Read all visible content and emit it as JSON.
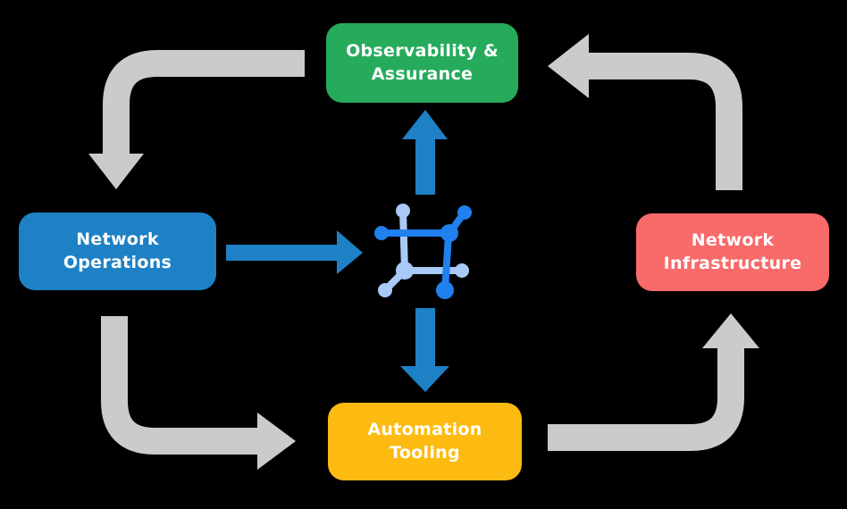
{
  "diagram": {
    "background_color": "#000000",
    "nodes": [
      {
        "id": "observability-assurance",
        "label": "Observability & Assurance",
        "color": "#26AB5C",
        "position": "top"
      },
      {
        "id": "network-operations",
        "label": "Network Operations",
        "color": "#1E81C5",
        "position": "left"
      },
      {
        "id": "network-infrastructure",
        "label": "Network Infrastructure",
        "color": "#F96A6A",
        "position": "right"
      },
      {
        "id": "automation-tooling",
        "label": "Automation Tooling",
        "color": "#FDBB12",
        "position": "bottom"
      }
    ],
    "center_icon": {
      "name": "network-automation-icon",
      "dark_blue": "#1F80EE",
      "light_blue": "#A9C9F7"
    },
    "connections": {
      "cycle_arrow_color": "#CBCBCB",
      "hub_arrow_color": "#1E81C5",
      "cycle": [
        {
          "from": "observability-assurance",
          "to": "network-operations"
        },
        {
          "from": "network-operations",
          "to": "automation-tooling"
        },
        {
          "from": "automation-tooling",
          "to": "network-infrastructure"
        },
        {
          "from": "network-infrastructure",
          "to": "observability-assurance"
        }
      ],
      "hub": [
        {
          "from": "network-operations",
          "to": "center"
        },
        {
          "from": "center",
          "to": "observability-assurance"
        },
        {
          "from": "center",
          "to": "automation-tooling"
        }
      ]
    }
  }
}
